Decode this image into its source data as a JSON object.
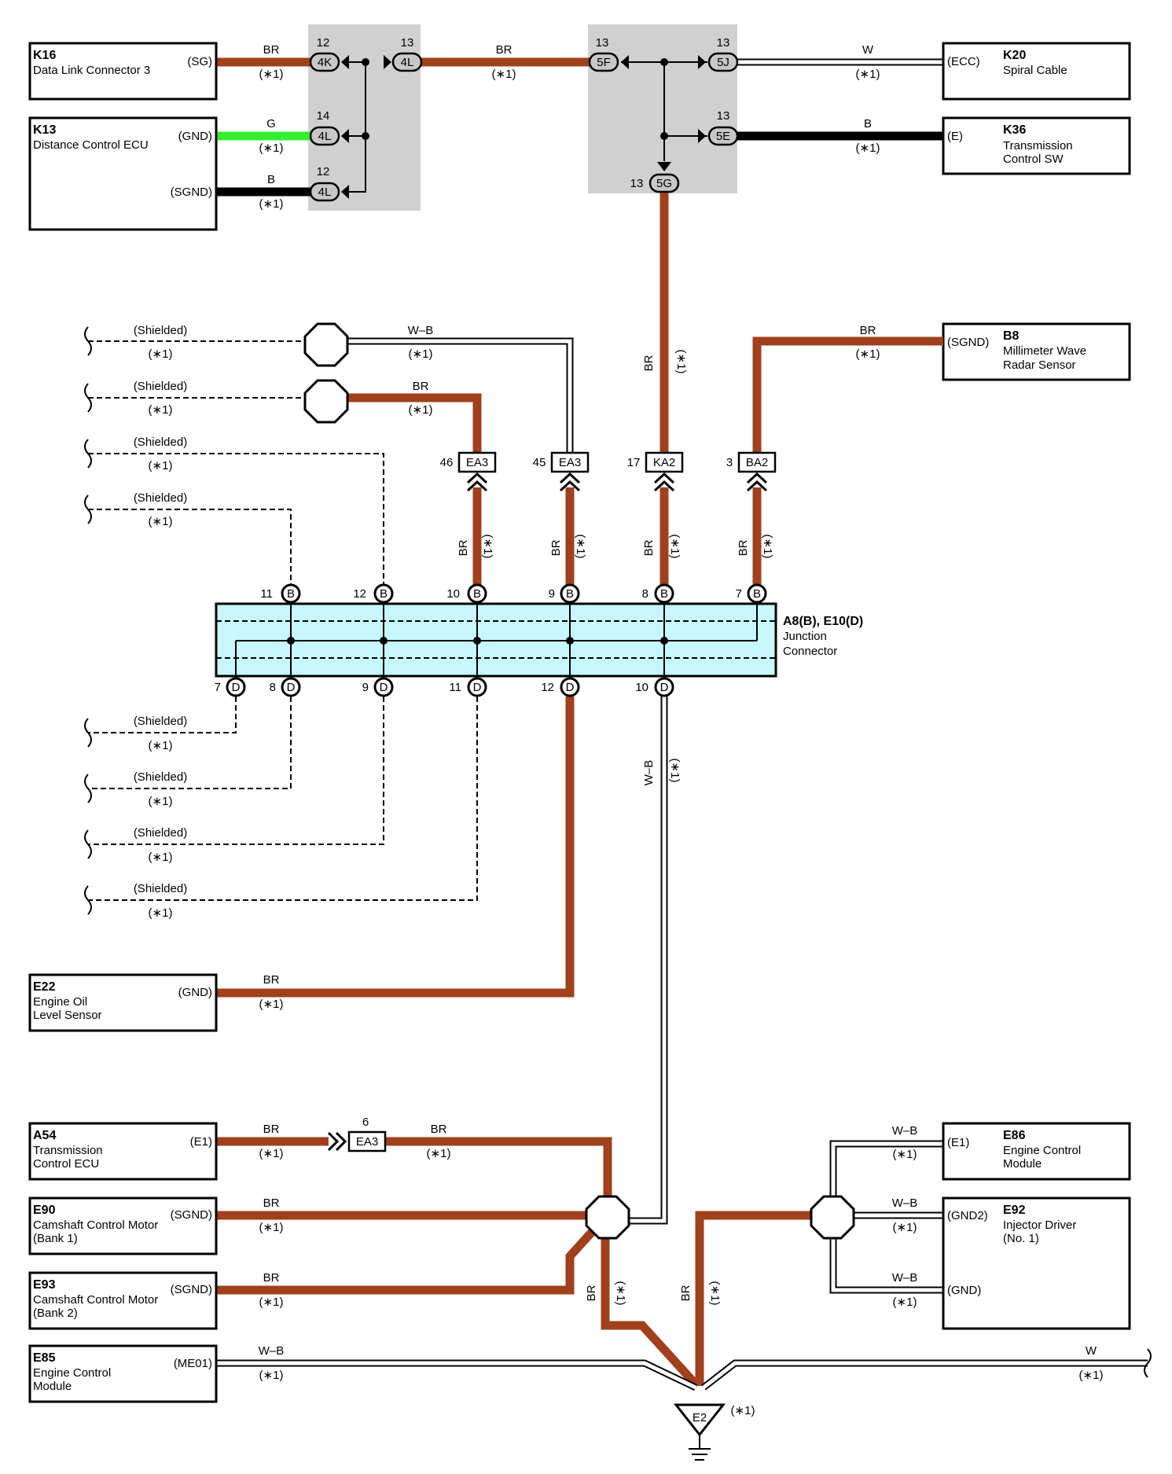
{
  "components": {
    "k16": {
      "code": "K16",
      "name": "Data Link Connector 3",
      "pin": "(SG)"
    },
    "k13": {
      "code": "K13",
      "name": "Distance Control ECU",
      "pin_gnd": "(GND)",
      "pin_sgnd": "(SGND)"
    },
    "k20": {
      "code": "K20",
      "name": "Spiral Cable",
      "pin": "(ECC)"
    },
    "k36": {
      "code": "K36",
      "name1": "Transmission",
      "name2": "Control SW",
      "pin": "(E)"
    },
    "b8": {
      "code": "B8",
      "name1": "Millimeter Wave",
      "name2": "Radar Sensor",
      "pin": "(SGND)"
    },
    "jc": {
      "code": "A8(B), E10(D)",
      "name1": "Junction",
      "name2": "Connector"
    },
    "e22": {
      "code": "E22",
      "name1": "Engine Oil",
      "name2": "Level Sensor",
      "pin": "(GND)"
    },
    "a54": {
      "code": "A54",
      "name1": "Transmission",
      "name2": "Control ECU",
      "pin": "(E1)"
    },
    "e90": {
      "code": "E90",
      "name1": "Camshaft Control Motor",
      "name2": "(Bank 1)",
      "pin": "(SGND)"
    },
    "e93": {
      "code": "E93",
      "name1": "Camshaft Control Motor",
      "name2": "(Bank 2)",
      "pin": "(SGND)"
    },
    "e85": {
      "code": "E85",
      "name1": "Engine Control",
      "name2": "Module",
      "pin": "(ME01)"
    },
    "e86": {
      "code": "E86",
      "name1": "Engine Control",
      "name2": "Module",
      "pin": "(E1)"
    },
    "e92": {
      "code": "E92",
      "name1": "Injector Driver",
      "name2": "(No. 1)",
      "pin_gnd2": "(GND2)",
      "pin_gnd": "(GND)"
    }
  },
  "wire_colors": {
    "br": "BR",
    "g": "G",
    "b": "B",
    "w": "W",
    "wb": "W–B",
    "star": "(∗1)",
    "shielded": "(Shielded)"
  },
  "palette": {
    "brown": "#a0401c",
    "green": "#33ee33",
    "black": "#000000",
    "white": "#ffffff",
    "junction_fill": "#c8f8ff",
    "splice_fill": "#d0d0d0"
  },
  "connectors": {
    "c4k": "4K",
    "c4l": "4L",
    "c5f": "5F",
    "c5j": "5J",
    "c5e": "5E",
    "c5g": "5G",
    "ea3": "EA3",
    "ka2": "KA2",
    "ba2": "BA2",
    "e2": "E2",
    "jb": "B",
    "jd": "D"
  },
  "pins": {
    "p12": "12",
    "p13": "13",
    "p14": "14",
    "p46": "46",
    "p45": "45",
    "p17": "17",
    "p3": "3",
    "p11": "11",
    "p10": "10",
    "p9": "9",
    "p8": "8",
    "p7": "7",
    "p6": "6"
  }
}
